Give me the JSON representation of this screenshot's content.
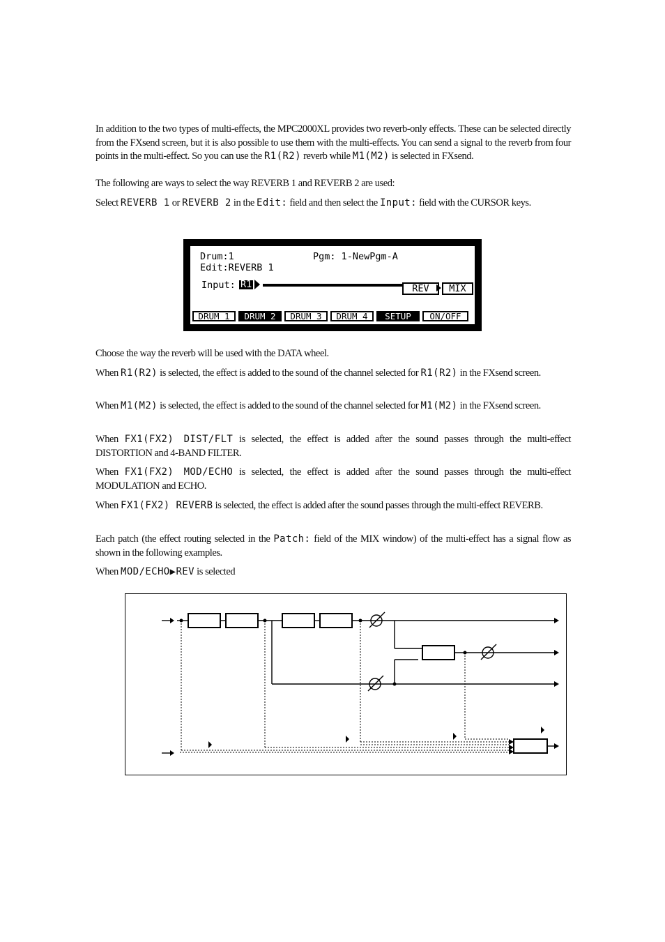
{
  "paragraphs": {
    "p1_a": "In addition to the two types of multi-effects, the MPC2000XL provides two reverb-only effects. These can be selected directly from the FXsend screen, but it is also possible to use them with the multi-effects.  You can send a signal to the reverb from four points in the multi-effect.  So you can use the ",
    "p1_r": "R1(R2)",
    "p1_b": " reverb while ",
    "p1_m": "M1(M2)",
    "p1_c": " is selected in FXsend.",
    "p2": "The following are ways to select the way REVERB 1 and REVERB 2 are used:",
    "p3_a": "Select ",
    "p3_rev1": "REVERB 1",
    "p3_or": " or ",
    "p3_rev2": "REVERB 2",
    "p3_b": " in the ",
    "p3_edit": "Edit:",
    "p3_c": " field and then select the ",
    "p3_input": "Input:",
    "p3_d": " field with the CURSOR keys.",
    "p4": "Choose the way the reverb will be used with the DATA wheel.",
    "p5_a": "When ",
    "p5_r": "R1(R2)",
    "p5_b": " is selected, the effect is added to the sound of the channel selected for ",
    "p5_r2": "R1(R2)",
    "p5_c": " in the FXsend screen.",
    "p6_a": "When ",
    "p6_m": "M1(M2)",
    "p6_b": " is selected, the effect is added to the sound of the channel selected for ",
    "p6_m2": "M1(M2)",
    "p6_c": " in the FXsend screen.",
    "p7_a": "When ",
    "p7_fx": "FX1(FX2) DIST/FLT",
    "p7_b": " is selected, the effect is added after the sound passes through the multi-effect DISTORTION and 4-BAND FILTER.",
    "p8_a": "When ",
    "p8_fx": "FX1(FX2) MOD/ECHO",
    "p8_b": " is selected, the effect is added after the sound passes through the multi-effect MODULATION and ECHO.",
    "p9_a": "When ",
    "p9_fx": "FX1(FX2) REVERB",
    "p9_b": " is selected, the effect is added after the sound passes through the multi-effect REVERB.",
    "p10_a": "Each patch (the effect routing selected in the ",
    "p10_patch": "Patch:",
    "p10_b": " field of the MIX window) of the multi-effect has a signal flow as shown in the following examples.",
    "p11_a": "When ",
    "p11_mod": "MOD/ECHO▶REV",
    "p11_b": " is selected"
  },
  "screen": {
    "line1_left": "Drum:1",
    "line1_right": "Pgm: 1-NewPgm-A",
    "line2": "Edit:REVERB 1",
    "input_label": "Input:",
    "input_value": "R1",
    "rev_button": "REV",
    "mix_button": "MIX",
    "tabs": [
      "DRUM 1",
      "DRUM 2",
      "DRUM 3",
      "DRUM 4",
      "SETUP",
      "ON/OFF"
    ]
  }
}
